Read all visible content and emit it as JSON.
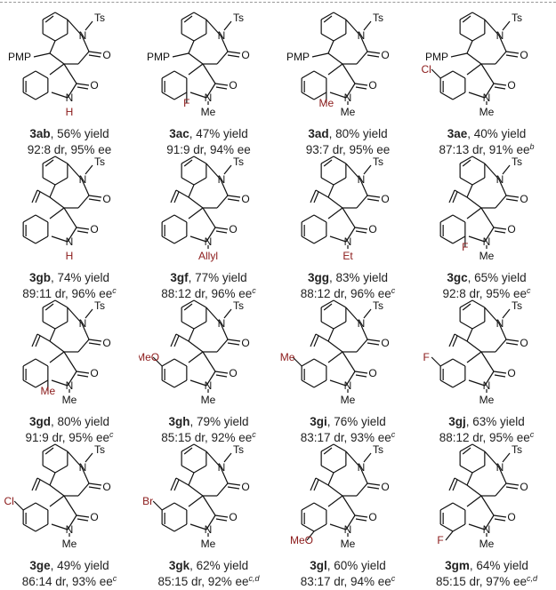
{
  "compounds": [
    {
      "id": "3ab",
      "yield": ", 56% yield",
      "dr_ee": "92:8 dr, 95% ee",
      "note": "",
      "top": "PMP",
      "ring_sub": "",
      "ring_pos": "",
      "n_sub": "H",
      "n_red": true,
      "ts": "Ts",
      "o1": "O",
      "o2": "O",
      "n1": "N",
      "n2": "N"
    },
    {
      "id": "3ac",
      "yield": ", 47% yield",
      "dr_ee": "91:9 dr, 94% ee",
      "note": "",
      "top": "PMP",
      "ring_sub": "F",
      "ring_pos": "7",
      "n_sub": "Me",
      "n_red": false,
      "ts": "Ts",
      "o1": "O",
      "o2": "O",
      "n1": "N",
      "n2": "N"
    },
    {
      "id": "3ad",
      "yield": ", 80% yield",
      "dr_ee": "93:7 dr, 95% ee",
      "note": "",
      "top": "PMP",
      "ring_sub": "Me",
      "ring_pos": "7",
      "n_sub": "Me",
      "n_red": false,
      "ts": "Ts",
      "o1": "O",
      "o2": "O",
      "n1": "N",
      "n2": "N"
    },
    {
      "id": "3ae",
      "yield": ", 40% yield",
      "dr_ee": "87:13 dr, 91% ee",
      "note": "b",
      "top": "PMP",
      "ring_sub": "Cl",
      "ring_pos": "5",
      "n_sub": "Me",
      "n_red": false,
      "ts": "Ts",
      "o1": "O",
      "o2": "O",
      "n1": "N",
      "n2": "N"
    },
    {
      "id": "3gb",
      "yield": ", 74% yield",
      "dr_ee": "89:11 dr, 96% ee",
      "note": "c",
      "top": "vinyl",
      "ring_sub": "",
      "ring_pos": "",
      "n_sub": "H",
      "n_red": true,
      "ts": "Ts",
      "o1": "O",
      "o2": "O",
      "n1": "N",
      "n2": "N"
    },
    {
      "id": "3gf",
      "yield": ", 77% yield",
      "dr_ee": "88:12 dr, 96% ee",
      "note": "c",
      "top": "vinyl",
      "ring_sub": "",
      "ring_pos": "",
      "n_sub": "Allyl",
      "n_red": true,
      "ts": "Ts",
      "o1": "O",
      "o2": "O",
      "n1": "N",
      "n2": "N"
    },
    {
      "id": "3gg",
      "yield": ", 83% yield",
      "dr_ee": "88:12 dr, 96% ee",
      "note": "c",
      "top": "vinyl",
      "ring_sub": "",
      "ring_pos": "",
      "n_sub": "Et",
      "n_red": true,
      "ts": "Ts",
      "o1": "O",
      "o2": "O",
      "n1": "N",
      "n2": "N"
    },
    {
      "id": "3gc",
      "yield": ", 65% yield",
      "dr_ee": "92:8 dr, 95% ee",
      "note": "c",
      "top": "vinyl",
      "ring_sub": "F",
      "ring_pos": "7",
      "n_sub": "Me",
      "n_red": false,
      "ts": "Ts",
      "o1": "O",
      "o2": "O",
      "n1": "N",
      "n2": "N"
    },
    {
      "id": "3gd",
      "yield": ", 80% yield",
      "dr_ee": "91:9 dr, 95% ee",
      "note": "c",
      "top": "vinyl",
      "ring_sub": "Me",
      "ring_pos": "7",
      "n_sub": "Me",
      "n_red": false,
      "ts": "Ts",
      "o1": "O",
      "o2": "O",
      "n1": "N",
      "n2": "N"
    },
    {
      "id": "3gh",
      "yield": ", 79% yield",
      "dr_ee": "85:15 dr, 92% ee",
      "note": "c",
      "top": "vinyl",
      "ring_sub": "MeO",
      "ring_pos": "5",
      "n_sub": "Me",
      "n_red": false,
      "ts": "Ts",
      "o1": "O",
      "o2": "O",
      "n1": "N",
      "n2": "N"
    },
    {
      "id": "3gi",
      "yield": ", 76% yield",
      "dr_ee": "83:17 dr, 93% ee",
      "note": "c",
      "top": "vinyl",
      "ring_sub": "Me",
      "ring_pos": "5",
      "n_sub": "Me",
      "n_red": false,
      "ts": "Ts",
      "o1": "O",
      "o2": "O",
      "n1": "N",
      "n2": "N"
    },
    {
      "id": "3gj",
      "yield": ", 63% yield",
      "dr_ee": "88:12 dr, 95% ee",
      "note": "c",
      "top": "vinyl",
      "ring_sub": "F",
      "ring_pos": "5",
      "n_sub": "Me",
      "n_red": false,
      "ts": "Ts",
      "o1": "O",
      "o2": "O",
      "n1": "N",
      "n2": "N"
    },
    {
      "id": "3ge",
      "yield": ", 49% yield",
      "dr_ee": "86:14 dr, 93% ee",
      "note": "c",
      "top": "vinyl",
      "ring_sub": "Cl",
      "ring_pos": "5",
      "n_sub": "Me",
      "n_red": false,
      "ts": "Ts",
      "o1": "O",
      "o2": "O",
      "n1": "N",
      "n2": "N"
    },
    {
      "id": "3gk",
      "yield": ", 62% yield",
      "dr_ee": "85:15 dr, 92% ee",
      "note": "c,d",
      "top": "vinyl",
      "ring_sub": "Br",
      "ring_pos": "5",
      "n_sub": "Me",
      "n_red": false,
      "ts": "Ts",
      "o1": "O",
      "o2": "O",
      "n1": "N",
      "n2": "N"
    },
    {
      "id": "3gl",
      "yield": ", 60% yield",
      "dr_ee": "83:17 dr, 94% ee",
      "note": "c",
      "top": "vinyl",
      "ring_sub": "MeO",
      "ring_pos": "6",
      "n_sub": "Me",
      "n_red": false,
      "ts": "Ts",
      "o1": "O",
      "o2": "O",
      "n1": "N",
      "n2": "N"
    },
    {
      "id": "3gm",
      "yield": ", 64% yield",
      "dr_ee": "85:15 dr, 97% ee",
      "note": "c,d",
      "top": "vinyl",
      "ring_sub": "F",
      "ring_pos": "6",
      "n_sub": "Me",
      "n_red": false,
      "ts": "Ts",
      "o1": "O",
      "o2": "O",
      "n1": "N",
      "n2": "N"
    }
  ],
  "colors": {
    "substituent": "#8b1a1a",
    "bond": "#111111",
    "text": "#222222"
  }
}
